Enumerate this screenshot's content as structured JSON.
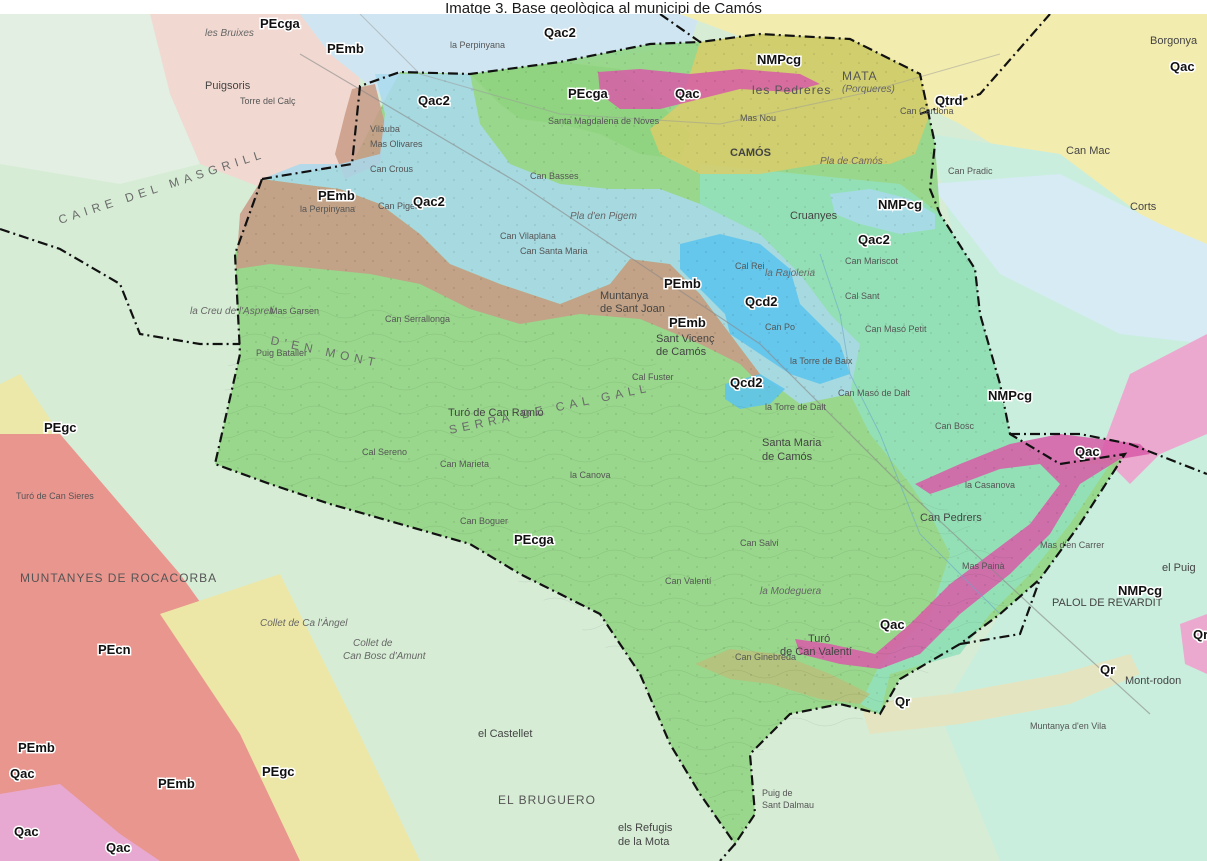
{
  "title": "Imatge 3. Base geològica al municipi de Camós",
  "colors": {
    "PEcga": "#8ed47f",
    "PEmb": "#c99a86",
    "Qac2": "#a9d9ee",
    "Qcd2": "#5bc3ee",
    "Qac": "#d85aa8",
    "NMPcg": "#93e2bd",
    "Qtrd": "#d9cc6a",
    "PEcn": "#e8847c",
    "PEgc": "#e9e59a",
    "Qr": "#b8bf7a",
    "boundary": "#111111"
  },
  "geology_labels": {
    "pecga_top": "PEcga",
    "pemb_top": "PEmb",
    "qac2_top": "Qac2",
    "nmpcg_top": "NMPcg",
    "qac_right_top": "Qac",
    "qac2_left": "Qac2",
    "pecga_mid": "PEcga",
    "qac_pedreres": "Qac",
    "qtrd": "Qtrd",
    "pemb_left": "PEmb",
    "qac2_mid": "Qac2",
    "nmpcg_cruanyes": "NMPcg",
    "qac2_right": "Qac2",
    "pemb_center": "PEmb",
    "qcd2_center": "Qcd2",
    "pemb_center2": "PEmb",
    "qcd2_lower": "Qcd2",
    "nmpcg_right": "NMPcg",
    "qac_east": "Qac",
    "pegc_left": "PEgc",
    "pecga_bottom": "PEcga",
    "nmpcg_palol": "NMPcg",
    "qr_edge": "Qr",
    "qac_south": "Qac",
    "qr_right": "Qr",
    "qr_bottom": "Qr",
    "pecn": "PEcn",
    "pemb_sw1": "PEmb",
    "qac_sw1": "Qac",
    "pemb_sw2": "PEmb",
    "pegc_sw": "PEgc",
    "qac_sw2": "Qac",
    "qac_sw3": "Qac"
  },
  "places": {
    "perpinyana_top": "la Perpinyana",
    "puigsoris": "Puigsoris",
    "les_bruixes": "les Bruixes",
    "borgonya": "Borgonya",
    "les_pedreres": "les Pedreres",
    "mata": "MATA",
    "porqueres": "(Porqueres)",
    "mas_nou": "Mas Nou",
    "camos": "CAMÓS",
    "pla_de_camos": "Pla de Camós",
    "vilauba": "Vilauba",
    "mas_olivares": "Mas Olivares",
    "santa_magdalena": "Santa Magdalena de Noves",
    "can_crous": "Can Crous",
    "can_basses": "Can Basses",
    "can_pigem": "Can Pigem",
    "la_perpinyana": "la Perpinyana",
    "pla_den_pigem": "Pla d'en Pigem",
    "cruanyes": "Cruanyes",
    "can_vilaplana": "Can Vilaplana",
    "can_santa_maria": "Can Santa Maria",
    "cal_rei": "Cal Rei",
    "la_rajoleria": "la Rajoleria",
    "can_mariscot": "Can Mariscot",
    "can_sant": "Cal Sant",
    "muntanya_sant_joan_1": "Muntanya",
    "muntanya_sant_joan_2": "de Sant Joan",
    "sant_vicenc_1": "Sant Vicenç",
    "sant_vicenc_2": "de Camós",
    "can_po": "Can Po",
    "can_maso_petit": "Can Masó Petit",
    "la_torre_de_baix": "la Torre de Baix",
    "mas_garsen": "Mas Garsen",
    "puig_bataller": "Puig Bataller",
    "can_serrallonga": "Can Serrallonga",
    "turo_can_ramio": "Turó de Can Ramió",
    "cal_fuster": "Cal Fuster",
    "la_torre_de_dalt": "la Torre de Dalt",
    "can_maso_de_dalt": "Can Masó de Dalt",
    "santa_maria_1": "Santa Maria",
    "santa_maria_2": "de Camós",
    "can_bosc": "Can Bosc",
    "la_casanova": "la Casanova",
    "can_pedrers": "Can Pedrers",
    "can_marieta": "Can Marieta",
    "cal_sereno": "Cal Sereno",
    "la_canova": "la Canova",
    "can_boguer": "Can Boguer",
    "can_salvi": "Can Salvi",
    "la_modeguera": "la Modeguera",
    "can_valenti": "Can Valentí",
    "turo_can_valenti_1": "Turó",
    "turo_can_valenti_2": "de Can Valentí",
    "can_ginebreda": "Can Ginebreda",
    "mas_paina": "Mas Painà",
    "palol": "PALOL DE REVARDIT",
    "mont_rodon": "Mont-rodon",
    "muntanya_vila": "Muntanya d'en Vila",
    "el_castellet": "el Castellet",
    "el_brugueroo": "EL BRUGUERO",
    "els_refugis_1": "els Refugis",
    "els_refugis_2": "de la Mota",
    "puig_sant_dalmau_1": "Puig de",
    "puig_sant_dalmau_2": "Sant Dalmau",
    "munt_rocacorba": "MUNTANYES DE ROCACORBA",
    "turo_can_sieres": "Turó de Can Sieres",
    "collet_angel": "Collet de Ca l'Àngel",
    "collet_bosc_1": "Collet de",
    "collet_bosc_2": "Can Bosc d'Amunt",
    "la_creu": "la Creu de l'Aspreli",
    "can_mac": "Can Mac",
    "corts": "Corts",
    "serra_mont": "D'EN MONT",
    "serra_cal_gall": "SERRA DE CAL GALL",
    "caire_masgrill": "CAIRE DEL MASGRILL",
    "can_cardona": "Can Cardona",
    "can_pradic": "Can Pradic",
    "can_carrer": "Mas d'en Carrer",
    "el_puig": "el Puig",
    "can_sieres_top": "Torre del Calç"
  }
}
